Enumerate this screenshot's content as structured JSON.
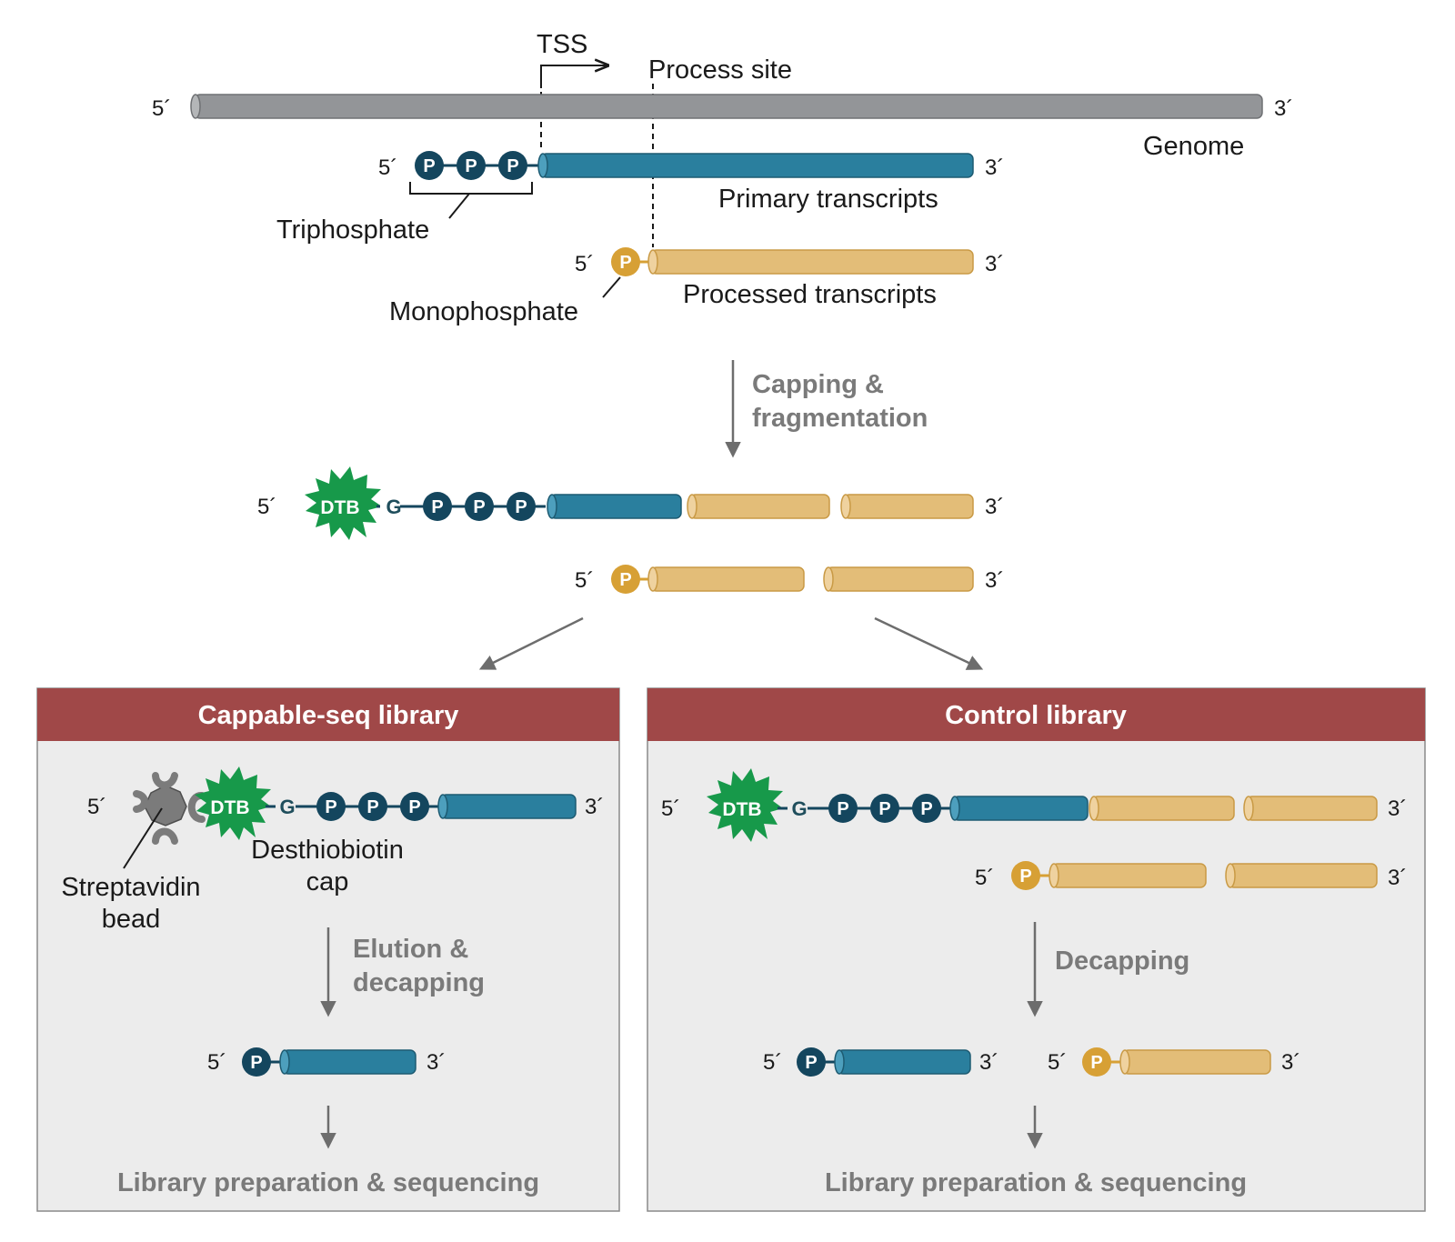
{
  "top": {
    "tss": "TSS",
    "process_site": "Process site",
    "genome": "Genome",
    "primary": "Primary transcripts",
    "triphosphate": "Triphosphate",
    "processed": "Processed transcripts",
    "monophosphate": "Monophosphate"
  },
  "ends": {
    "five": "5´",
    "three": "3´"
  },
  "glyphs": {
    "p": "P",
    "g": "G",
    "dtb": "DTB"
  },
  "steps": {
    "capping_1": "Capping &",
    "capping_2": "fragmentation",
    "elution_1": "Elution &",
    "elution_2": "decapping",
    "decapping": "Decapping"
  },
  "left_panel": {
    "title": "Cappable-seq library",
    "desthio_1": "Desthiobiotin",
    "desthio_2": "cap",
    "strep_1": "Streptavidin",
    "strep_2": "bead",
    "final": "Library preparation & sequencing"
  },
  "right_panel": {
    "title": "Control library",
    "final": "Library preparation & sequencing"
  },
  "colors": {
    "genome": "#939598",
    "primary": "#2a7f9e",
    "processed": "#e3bd78",
    "phosphate_dark": "#14465e",
    "phosphate_gold": "#d7a035",
    "dtb": "#17994a",
    "header": "#a04848",
    "panel_bg": "#ececec",
    "arrow": "#6d6d6d"
  }
}
